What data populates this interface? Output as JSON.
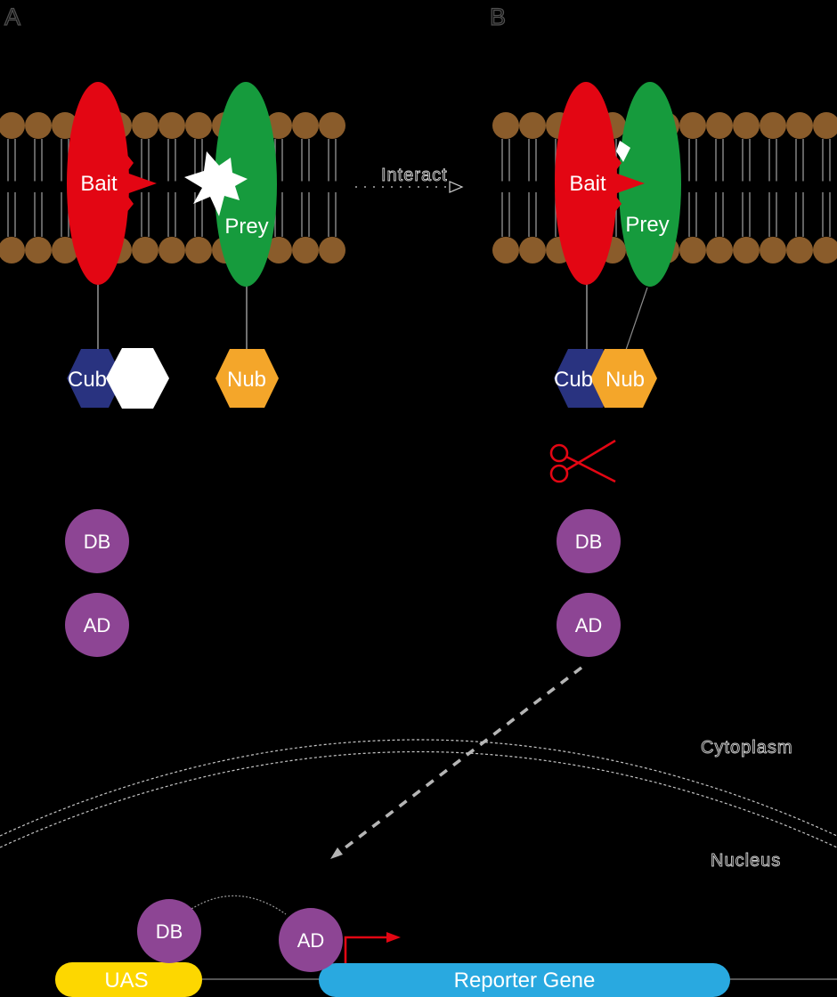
{
  "figure": {
    "panel_a_label": "A",
    "panel_b_label": "B",
    "interact_label": "Interact",
    "cytoplasm_label": "Cytoplasm",
    "nucleus_label": "Nucleus"
  },
  "panel_a": {
    "bait": "Bait",
    "prey": "Prey",
    "cub": "Cub",
    "nub": "Nub",
    "db": "DB",
    "ad": "AD"
  },
  "panel_b": {
    "bait": "Bait",
    "prey": "Prey",
    "cub": "Cub",
    "nub": "Nub",
    "db": "DB",
    "ad": "AD"
  },
  "nucleus_assembly": {
    "db": "DB",
    "ad": "AD",
    "uas_label": "UAS",
    "reporter_gene_label": "Reporter Gene"
  },
  "icons": {
    "cleavage": "scissors-icon",
    "interaction_site": "star-icon"
  },
  "colors": {
    "bait_red": "#e30613",
    "prey_green": "#169b3d",
    "lipid_brown": "#8a5c2b",
    "cub_navy": "#293380",
    "nub_orange": "#f4a62a",
    "domain_purple": "#8d4594",
    "uas_yellow": "#fdd700",
    "reporter_blue": "#29a9e0",
    "scissors_red": "#e30613",
    "line_gray": "#8c8c8c",
    "outline_text_gray": "#cfcfcf"
  }
}
